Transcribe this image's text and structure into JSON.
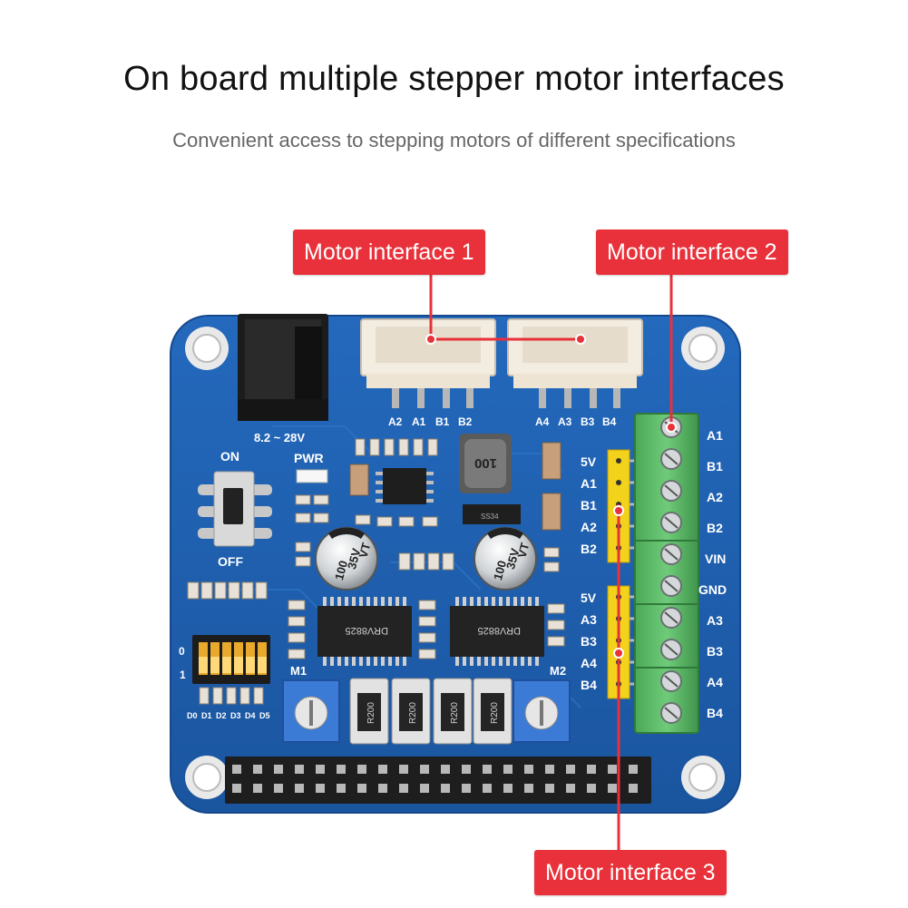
{
  "heading": {
    "title": "On board multiple stepper motor interfaces",
    "subtitle": "Convenient access to stepping motors of different specifications"
  },
  "callouts": {
    "motor1": "Motor interface 1",
    "motor2": "Motor interface 2",
    "motor3": "Motor interface 3"
  },
  "board": {
    "voltage_label": "8.2 ~ 28V",
    "pwr_label": "PWR",
    "switch_on": "ON",
    "switch_off": "OFF",
    "connector1_pins": [
      "A2",
      "A1",
      "B1",
      "B2"
    ],
    "connector2_pins": [
      "A4",
      "A3",
      "B3",
      "B4"
    ],
    "header_top_labels": [
      "5V",
      "A1",
      "B1",
      "A2",
      "B2"
    ],
    "header_bottom_labels": [
      "5V",
      "A3",
      "B3",
      "A4",
      "B4"
    ],
    "terminal_labels": [
      "A1",
      "B1",
      "A2",
      "B2",
      "VIN",
      "GND",
      "A3",
      "B3",
      "A4",
      "B4"
    ],
    "dip_labels": [
      "D0",
      "D1",
      "D2",
      "D3",
      "D4",
      "D5"
    ],
    "dip_state_0": "0",
    "dip_state_1": "1",
    "m1_label": "M1",
    "m2_label": "M2",
    "inductor_label": "100",
    "cap_label_1": "100",
    "cap_label_2": "35V",
    "cap_label_3": "VT",
    "driver_label": "DRV8825",
    "resistor_label": "R200",
    "diode_label": "SS34"
  },
  "colors": {
    "pcb": "#1a5fb4",
    "callout": "#e8313a",
    "terminal": "#5fbf6a",
    "header": "#f2d21b"
  }
}
